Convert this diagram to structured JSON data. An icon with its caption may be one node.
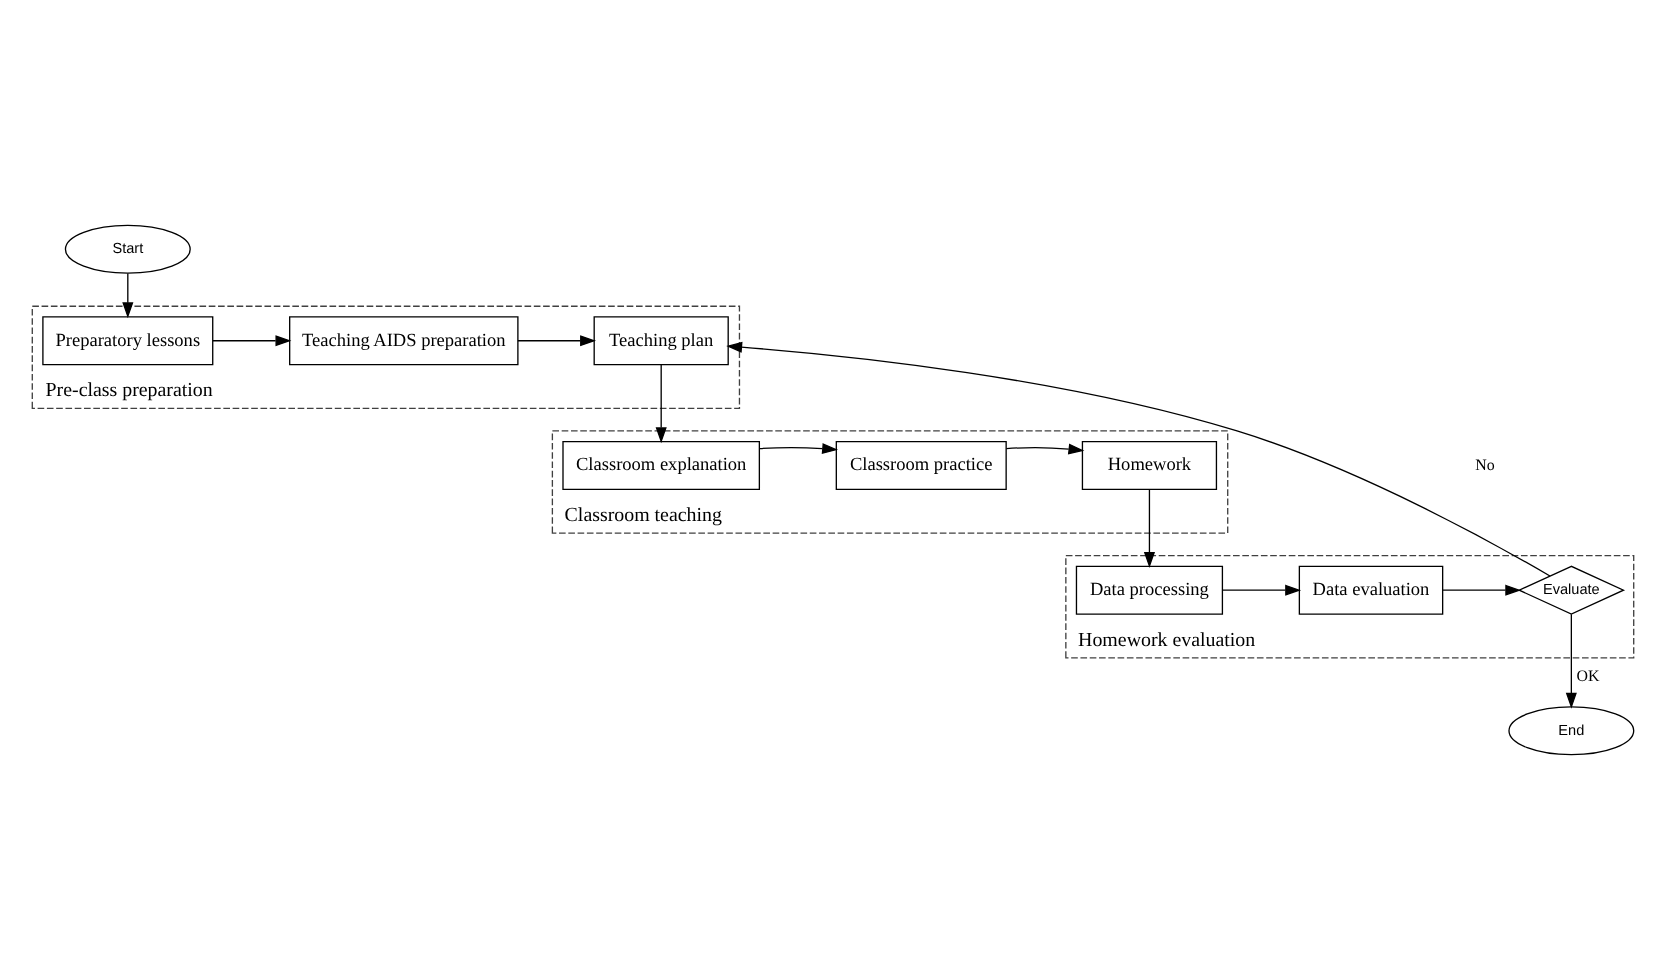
{
  "diagram": {
    "nodes": [
      {
        "text": [
          "Start"
        ]
      },
      {
        "text": [
          "Pre-class preparation"
        ]
      },
      {
        "text": [
          "Preparatory lessons"
        ],
        "in": 1
      },
      {
        "text": [
          "Teaching AIDS preparation"
        ],
        "in": 1
      },
      {
        "text": [
          "Teaching plan"
        ],
        "in": 1
      },
      {
        "text": [
          "Classroom teaching"
        ]
      },
      {
        "text": [
          "Homework"
        ],
        "in": 5
      },
      {
        "text": [
          "Classroom practice"
        ],
        "in": 5
      },
      {
        "text": [
          "Classroom explanation"
        ],
        "in": 5
      },
      {
        "text": [
          "Homework evaluation"
        ]
      },
      {
        "text": [
          "Data processing"
        ],
        "in": 9
      },
      {
        "text": [
          "Data evaluation"
        ],
        "in": 9
      },
      {
        "text": [
          "Evaluate"
        ],
        "in": 9
      },
      {
        "text": [
          "End"
        ]
      }
    ],
    "edges": [
      {
        "from": 0,
        "to": 2,
        "arrow": "to"
      },
      {
        "from": 2,
        "to": 3,
        "arrow": "to"
      },
      {
        "from": 3,
        "to": 4,
        "arrow": "to"
      },
      {
        "from": 4,
        "to": 8,
        "arrow": "to"
      },
      {
        "from": 8,
        "to": 7,
        "arrow": "to"
      },
      {
        "from": 7,
        "to": 6,
        "arrow": "to"
      },
      {
        "from": 6,
        "to": 10,
        "arrow": "to"
      },
      {
        "from": 10,
        "to": 11,
        "arrow": "to"
      },
      {
        "from": 11,
        "to": 12,
        "arrow": "to"
      },
      {
        "from": 12,
        "to": 4,
        "label": "No",
        "arrow": "to"
      },
      {
        "from": 12,
        "to": 13,
        "label": "OK",
        "arrow": "to"
      }
    ]
  }
}
